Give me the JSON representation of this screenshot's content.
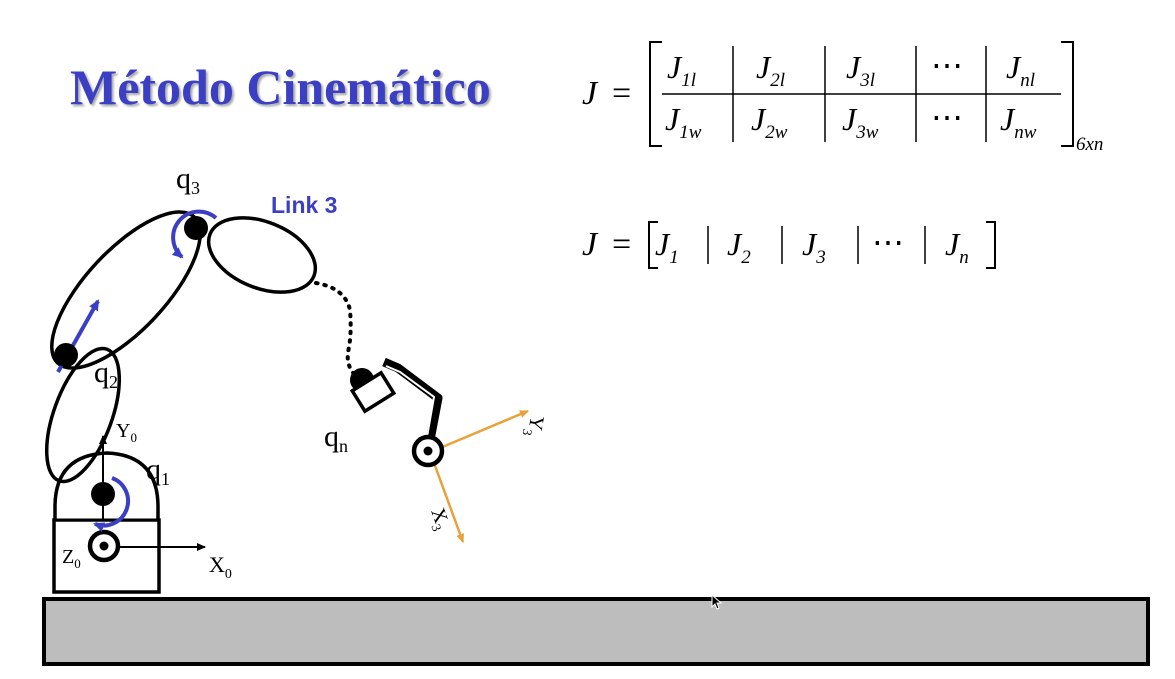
{
  "slide": {
    "title": "Método Cinemático",
    "colors": {
      "title": "#3b3fc4",
      "joint_arrow": "#3b3fc4",
      "frame3_axes": "#e8a23a",
      "floor": "#bdbdbd"
    }
  },
  "equation1": {
    "lhs": "J",
    "eq": "=",
    "top_row": [
      {
        "main": "J",
        "sub": "1l"
      },
      {
        "main": "J",
        "sub": "2l"
      },
      {
        "main": "J",
        "sub": "3l"
      },
      {
        "main": "⋯",
        "sub": ""
      },
      {
        "main": "J",
        "sub": "nl"
      }
    ],
    "bottom_row": [
      {
        "main": "J",
        "sub": "1w"
      },
      {
        "main": "J",
        "sub": "2w"
      },
      {
        "main": "J",
        "sub": "3w"
      },
      {
        "main": "⋯",
        "sub": ""
      },
      {
        "main": "J",
        "sub": "nw"
      }
    ],
    "dims": "6xn"
  },
  "equation2": {
    "lhs": "J",
    "eq": "=",
    "terms": [
      {
        "main": "J",
        "sub": "1"
      },
      {
        "main": "J",
        "sub": "2"
      },
      {
        "main": "J",
        "sub": "3"
      },
      {
        "main": "⋯",
        "sub": ""
      },
      {
        "main": "J",
        "sub": "n"
      }
    ]
  },
  "robot": {
    "joints": {
      "q1": {
        "main": "q",
        "sub": "1"
      },
      "q2": {
        "main": "q",
        "sub": "2"
      },
      "q3": {
        "main": "q",
        "sub": "3"
      },
      "qn": {
        "main": "q",
        "sub": "n"
      }
    },
    "link_label": "Link 3",
    "base_frame": {
      "x": {
        "main": "X",
        "sub": "0"
      },
      "y": {
        "main": "Y",
        "sub": "0"
      },
      "z": {
        "main": "Z",
        "sub": "0"
      }
    },
    "tool_frame": {
      "x": {
        "main": "X",
        "sub": "3"
      },
      "y": {
        "main": "Y",
        "sub": "3"
      }
    }
  }
}
